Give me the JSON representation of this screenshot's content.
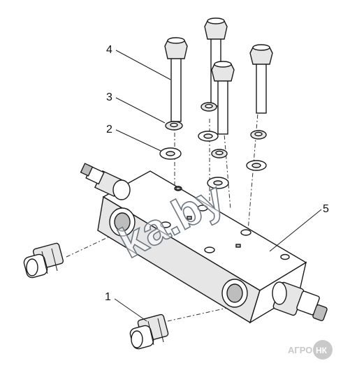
{
  "callouts": {
    "c1": "1",
    "c2": "2",
    "c3": "3",
    "c4": "4",
    "c5": "5"
  },
  "watermark": {
    "text": "ka.by",
    "color": "#6d7880"
  },
  "logo": {
    "left": "АГРО",
    "badge": "НК",
    "color": "#c9c9c9"
  },
  "colors": {
    "line": "#1a1a1a",
    "background": "#ffffff"
  }
}
